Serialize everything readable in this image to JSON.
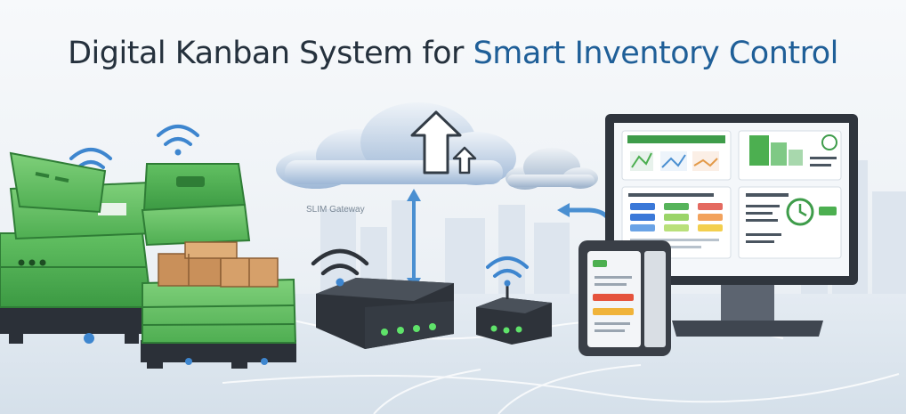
{
  "title": {
    "part1": "Digital Kanban System for ",
    "part2": "Smart Inventory Control"
  },
  "gateway_label": "SLIM Gateway",
  "colors": {
    "title": "#25313d",
    "accent": "#1f5f98",
    "bin_green": "#4caf50",
    "cloud_blue": "#6f97c8",
    "arrow_blue": "#4a8fd1",
    "device_dark": "#3a3f47"
  },
  "icons": [
    "wifi-icon",
    "cloud-upload-icon",
    "clock-icon",
    "arrow-icon"
  ]
}
